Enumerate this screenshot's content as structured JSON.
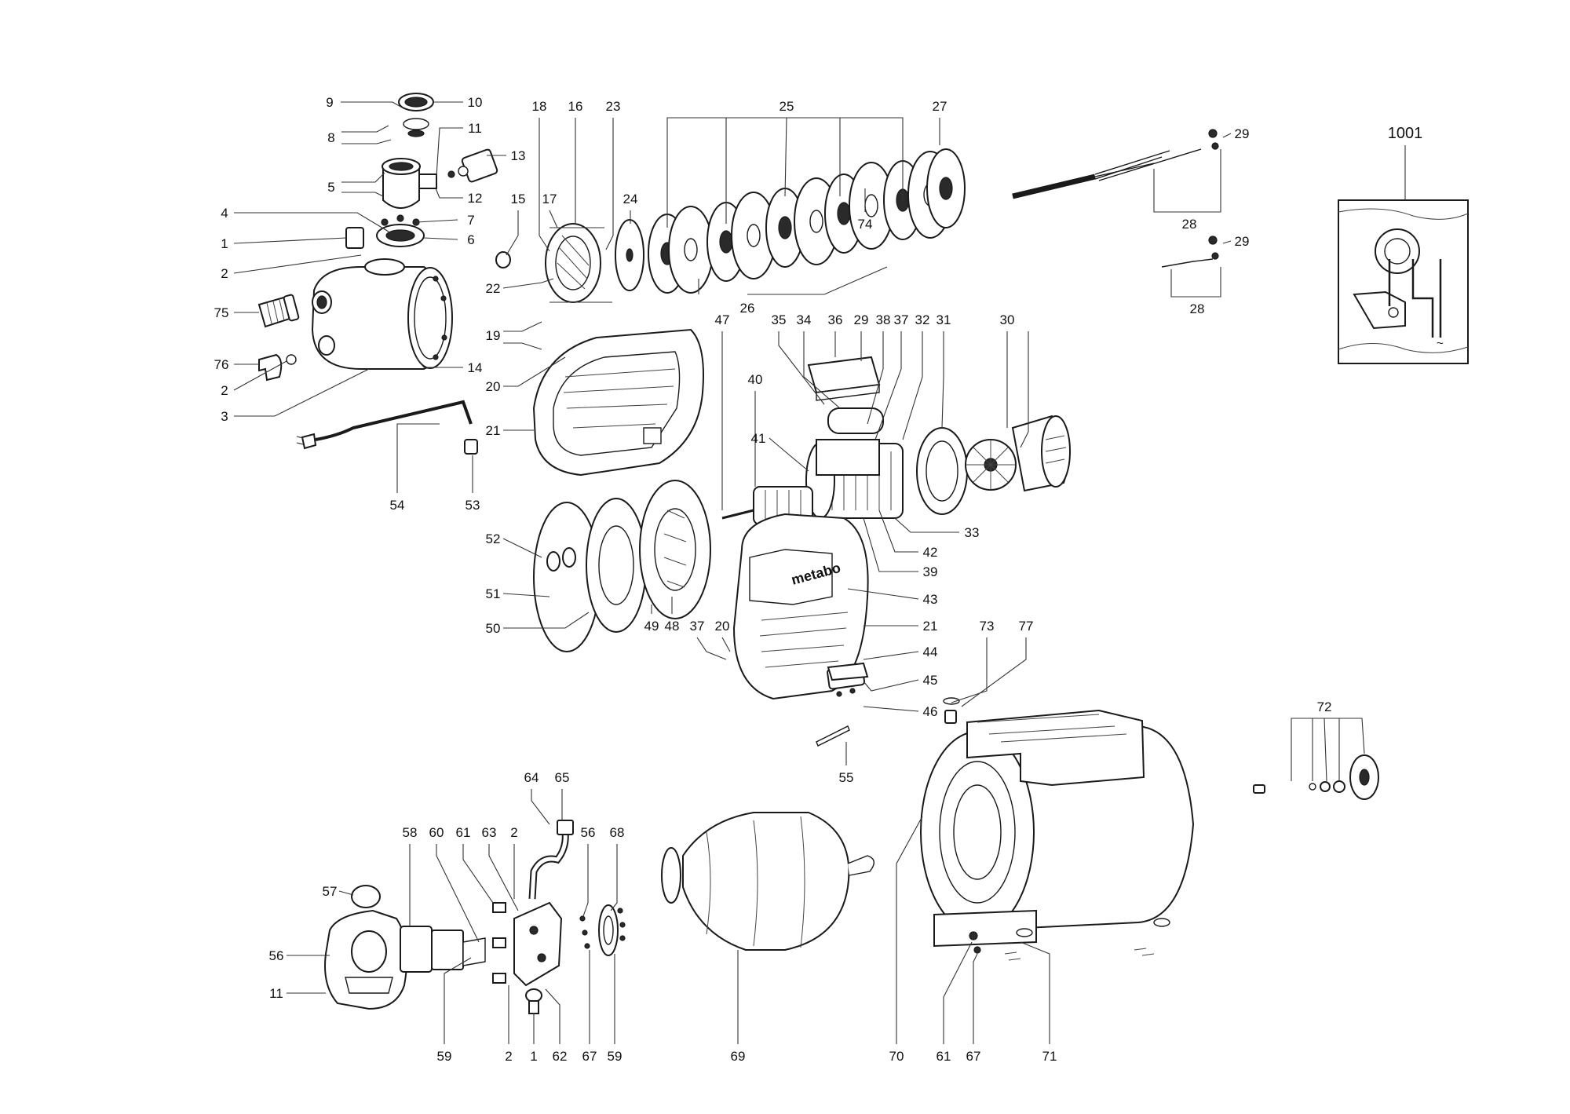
{
  "diagram": {
    "labels": [
      {
        "id": "9",
        "text": "9"
      },
      {
        "id": "10",
        "text": "10"
      },
      {
        "id": "8",
        "text": "8"
      },
      {
        "id": "11a",
        "text": "11"
      },
      {
        "id": "13",
        "text": "13"
      },
      {
        "id": "5",
        "text": "5"
      },
      {
        "id": "12",
        "text": "12"
      },
      {
        "id": "4",
        "text": "4"
      },
      {
        "id": "7",
        "text": "7"
      },
      {
        "id": "1a",
        "text": "1"
      },
      {
        "id": "6",
        "text": "6"
      },
      {
        "id": "2a",
        "text": "2"
      },
      {
        "id": "75",
        "text": "75"
      },
      {
        "id": "76",
        "text": "76"
      },
      {
        "id": "2b",
        "text": "2"
      },
      {
        "id": "3",
        "text": "3"
      },
      {
        "id": "14",
        "text": "14"
      },
      {
        "id": "54",
        "text": "54"
      },
      {
        "id": "53",
        "text": "53"
      },
      {
        "id": "15",
        "text": "15"
      },
      {
        "id": "18",
        "text": "18"
      },
      {
        "id": "16",
        "text": "16"
      },
      {
        "id": "23",
        "text": "23"
      },
      {
        "id": "17",
        "text": "17"
      },
      {
        "id": "24",
        "text": "24"
      },
      {
        "id": "22",
        "text": "22"
      },
      {
        "id": "19",
        "text": "19"
      },
      {
        "id": "20a",
        "text": "20"
      },
      {
        "id": "21a",
        "text": "21"
      },
      {
        "id": "25",
        "text": "25"
      },
      {
        "id": "27",
        "text": "27"
      },
      {
        "id": "26",
        "text": "26"
      },
      {
        "id": "74",
        "text": "74"
      },
      {
        "id": "29a",
        "text": "29"
      },
      {
        "id": "28a",
        "text": "28"
      },
      {
        "id": "29b",
        "text": "29"
      },
      {
        "id": "28b",
        "text": "28"
      },
      {
        "id": "1001",
        "text": "1001"
      },
      {
        "id": "47",
        "text": "47"
      },
      {
        "id": "35",
        "text": "35"
      },
      {
        "id": "34",
        "text": "34"
      },
      {
        "id": "36",
        "text": "36"
      },
      {
        "id": "29c",
        "text": "29"
      },
      {
        "id": "38",
        "text": "38"
      },
      {
        "id": "37a",
        "text": "37"
      },
      {
        "id": "32",
        "text": "32"
      },
      {
        "id": "31",
        "text": "31"
      },
      {
        "id": "30",
        "text": "30"
      },
      {
        "id": "40",
        "text": "40"
      },
      {
        "id": "41",
        "text": "41"
      },
      {
        "id": "33",
        "text": "33"
      },
      {
        "id": "42",
        "text": "42"
      },
      {
        "id": "39",
        "text": "39"
      },
      {
        "id": "43",
        "text": "43"
      },
      {
        "id": "52",
        "text": "52"
      },
      {
        "id": "51",
        "text": "51"
      },
      {
        "id": "50",
        "text": "50"
      },
      {
        "id": "49",
        "text": "49"
      },
      {
        "id": "48",
        "text": "48"
      },
      {
        "id": "37b",
        "text": "37"
      },
      {
        "id": "20b",
        "text": "20"
      },
      {
        "id": "21b",
        "text": "21"
      },
      {
        "id": "44",
        "text": "44"
      },
      {
        "id": "45",
        "text": "45"
      },
      {
        "id": "46",
        "text": "46"
      },
      {
        "id": "73",
        "text": "73"
      },
      {
        "id": "77",
        "text": "77"
      },
      {
        "id": "55",
        "text": "55"
      },
      {
        "id": "72",
        "text": "72"
      },
      {
        "id": "64",
        "text": "64"
      },
      {
        "id": "65",
        "text": "65"
      },
      {
        "id": "58",
        "text": "58"
      },
      {
        "id": "60",
        "text": "60"
      },
      {
        "id": "61a",
        "text": "61"
      },
      {
        "id": "63",
        "text": "63"
      },
      {
        "id": "2c",
        "text": "2"
      },
      {
        "id": "56a",
        "text": "56"
      },
      {
        "id": "68",
        "text": "68"
      },
      {
        "id": "57",
        "text": "57"
      },
      {
        "id": "56b",
        "text": "56"
      },
      {
        "id": "11b",
        "text": "11"
      },
      {
        "id": "59a",
        "text": "59"
      },
      {
        "id": "2d",
        "text": "2"
      },
      {
        "id": "1b",
        "text": "1"
      },
      {
        "id": "62",
        "text": "62"
      },
      {
        "id": "67a",
        "text": "67"
      },
      {
        "id": "59b",
        "text": "59"
      },
      {
        "id": "69",
        "text": "69"
      },
      {
        "id": "70",
        "text": "70"
      },
      {
        "id": "61b",
        "text": "61"
      },
      {
        "id": "67b",
        "text": "67"
      },
      {
        "id": "71",
        "text": "71"
      }
    ],
    "brand_mark": "metabo",
    "icons": [
      "pump-housing",
      "motor",
      "pressure-tank",
      "membrane",
      "impeller-stage",
      "fan",
      "terminal-box",
      "power-cable",
      "wiring-schematic"
    ]
  }
}
